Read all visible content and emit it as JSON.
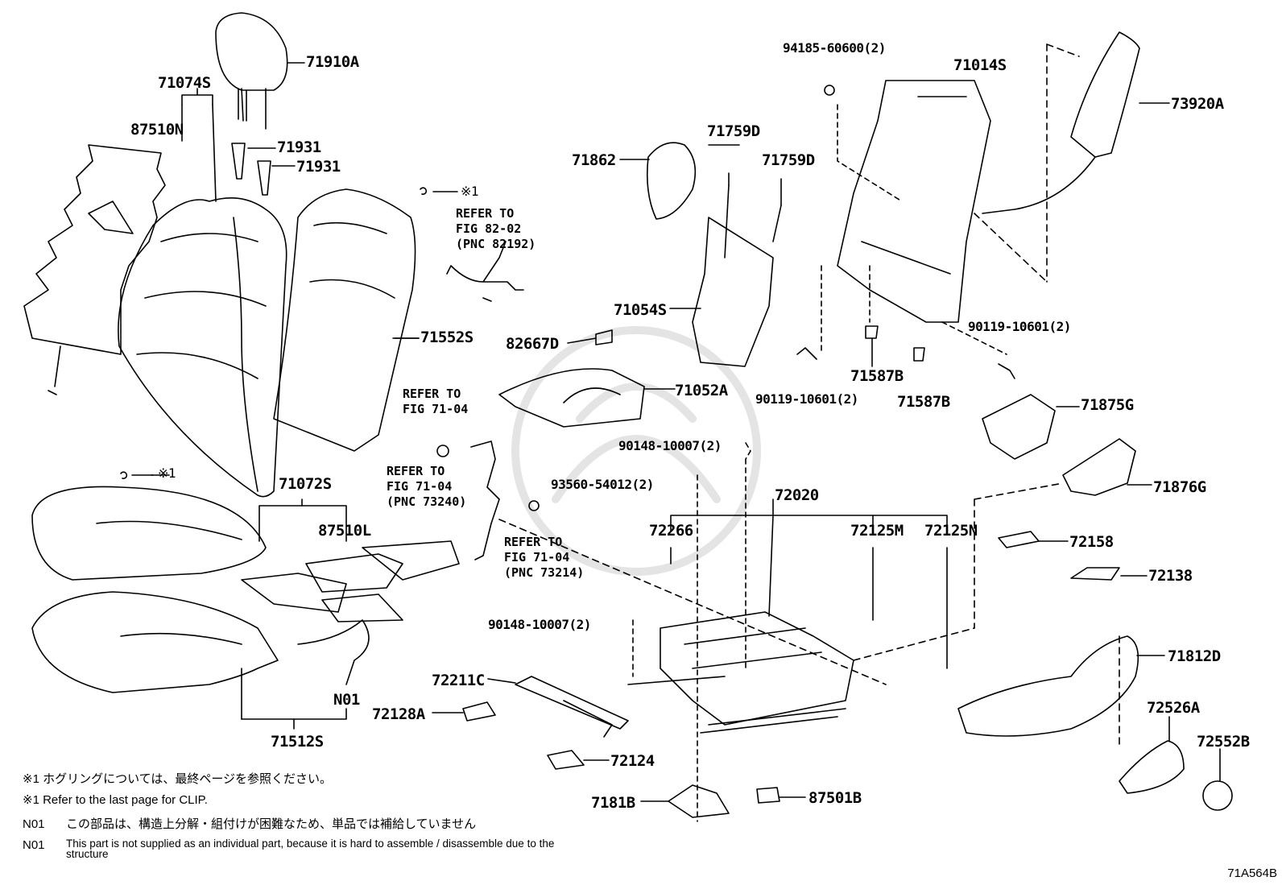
{
  "diagram_code": "71A564B",
  "parts": {
    "p71910A": "71910A",
    "p71074S": "71074S",
    "p87510N": "87510N",
    "p71931a": "71931",
    "p71931b": "71931",
    "p71552S": "71552S",
    "p71072S": "71072S",
    "p87510L": "87510L",
    "p71512S": "71512S",
    "pN01": "N01",
    "p71862": "71862",
    "p71759Da": "71759D",
    "p71759Db": "71759D",
    "p71054S": "71054S",
    "p82667D": "82667D",
    "p71052A": "71052A",
    "p94185": "94185-60600(2)",
    "p71014S": "71014S",
    "p73920A": "73920A",
    "p90119a": "90119-10601(2)",
    "p90119b": "90119-10601(2)",
    "p71587Ba": "71587B",
    "p71587Bb": "71587B",
    "p71875G": "71875G",
    "p71876G": "71876G",
    "p90148a": "90148-10007(2)",
    "p93560": "93560-54012(2)",
    "p72020": "72020",
    "p72266": "72266",
    "p72125M": "72125M",
    "p72125N": "72125N",
    "p72158": "72158",
    "p72138": "72138",
    "p90148b": "90148-10007(2)",
    "p71812D": "71812D",
    "p72211C": "72211C",
    "p72128A": "72128A",
    "p72124": "72124",
    "p72526A": "72526A",
    "p72552B": "72552B",
    "p7181B": "7181B",
    "p87501B": "87501B"
  },
  "refs": {
    "r1": "REFER TO\nFIG 82-02\n(PNC 82192)",
    "r2": "REFER TO\nFIG 71-04",
    "r3": "REFER TO\nFIG 71-04\n(PNC 73240)",
    "r4": "REFER TO\nFIG 71-04\n(PNC 73214)"
  },
  "clip_marker": "※1",
  "notes": {
    "clip_jp": "※1 ホグリングについては、最終ページを参照ください。",
    "clip_en": "※1 Refer to the last page for CLIP.",
    "n01_key": "N01",
    "n01_jp": "この部品は、構造上分解・組付けが困難なため、単品では補給していません",
    "n01_en": "This part is not supplied as an individual part, because it is hard to assemble / disassemble due to the structure"
  }
}
